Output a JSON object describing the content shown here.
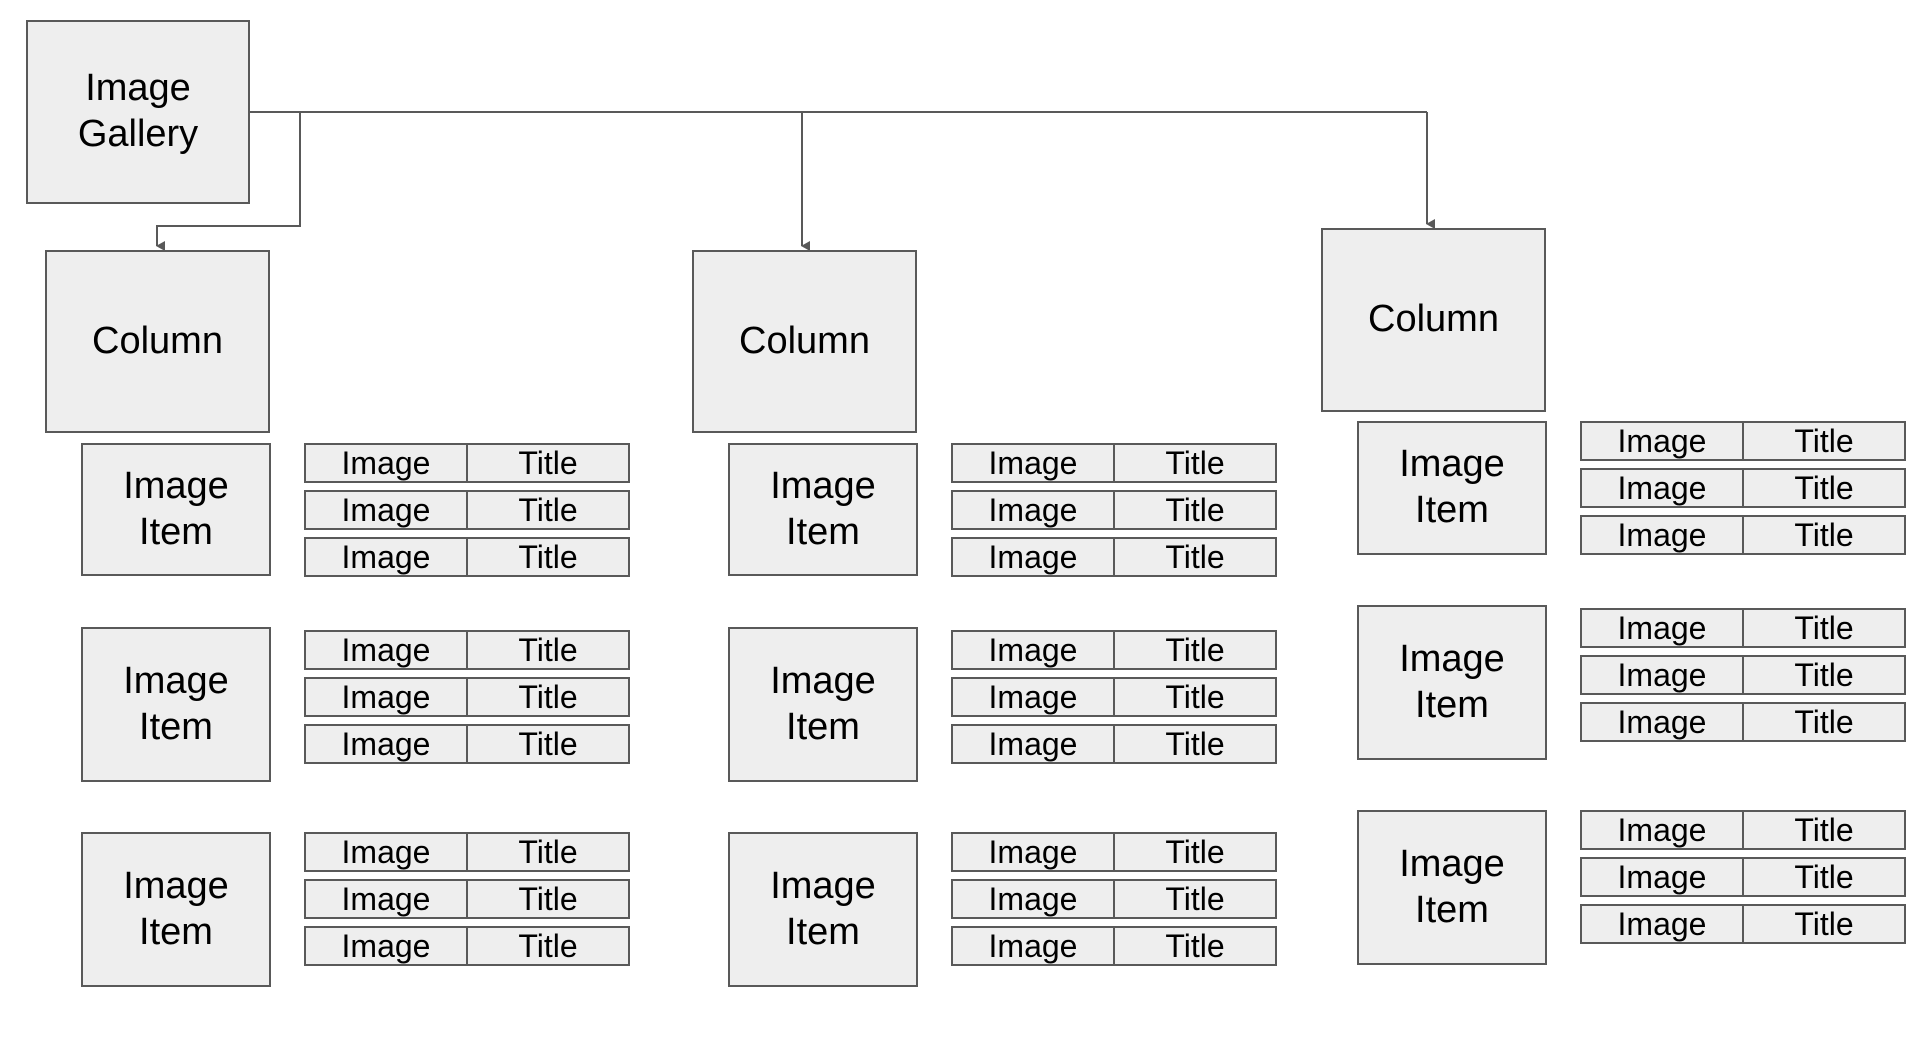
{
  "diagram": {
    "root": {
      "label": "Image\nGallery"
    },
    "columns": [
      {
        "label": "Column",
        "items": [
          {
            "label": "Image\nItem",
            "rows": [
              {
                "image": "Image",
                "title": "Title"
              },
              {
                "image": "Image",
                "title": "Title"
              },
              {
                "image": "Image",
                "title": "Title"
              }
            ]
          },
          {
            "label": "Image\nItem",
            "rows": [
              {
                "image": "Image",
                "title": "Title"
              },
              {
                "image": "Image",
                "title": "Title"
              },
              {
                "image": "Image",
                "title": "Title"
              }
            ]
          },
          {
            "label": "Image\nItem",
            "rows": [
              {
                "image": "Image",
                "title": "Title"
              },
              {
                "image": "Image",
                "title": "Title"
              },
              {
                "image": "Image",
                "title": "Title"
              }
            ]
          }
        ]
      },
      {
        "label": "Column",
        "items": [
          {
            "label": "Image\nItem",
            "rows": [
              {
                "image": "Image",
                "title": "Title"
              },
              {
                "image": "Image",
                "title": "Title"
              },
              {
                "image": "Image",
                "title": "Title"
              }
            ]
          },
          {
            "label": "Image\nItem",
            "rows": [
              {
                "image": "Image",
                "title": "Title"
              },
              {
                "image": "Image",
                "title": "Title"
              },
              {
                "image": "Image",
                "title": "Title"
              }
            ]
          },
          {
            "label": "Image\nItem",
            "rows": [
              {
                "image": "Image",
                "title": "Title"
              },
              {
                "image": "Image",
                "title": "Title"
              },
              {
                "image": "Image",
                "title": "Title"
              }
            ]
          }
        ]
      },
      {
        "label": "Column",
        "items": [
          {
            "label": "Image\nItem",
            "rows": [
              {
                "image": "Image",
                "title": "Title"
              },
              {
                "image": "Image",
                "title": "Title"
              },
              {
                "image": "Image",
                "title": "Title"
              }
            ]
          },
          {
            "label": "Image\nItem",
            "rows": [
              {
                "image": "Image",
                "title": "Title"
              },
              {
                "image": "Image",
                "title": "Title"
              },
              {
                "image": "Image",
                "title": "Title"
              }
            ]
          },
          {
            "label": "Image\nItem",
            "rows": [
              {
                "image": "Image",
                "title": "Title"
              },
              {
                "image": "Image",
                "title": "Title"
              },
              {
                "image": "Image",
                "title": "Title"
              }
            ]
          }
        ]
      }
    ],
    "colors": {
      "box_fill": "#eeeeee",
      "box_stroke": "#595959",
      "connector": "#595959"
    }
  }
}
